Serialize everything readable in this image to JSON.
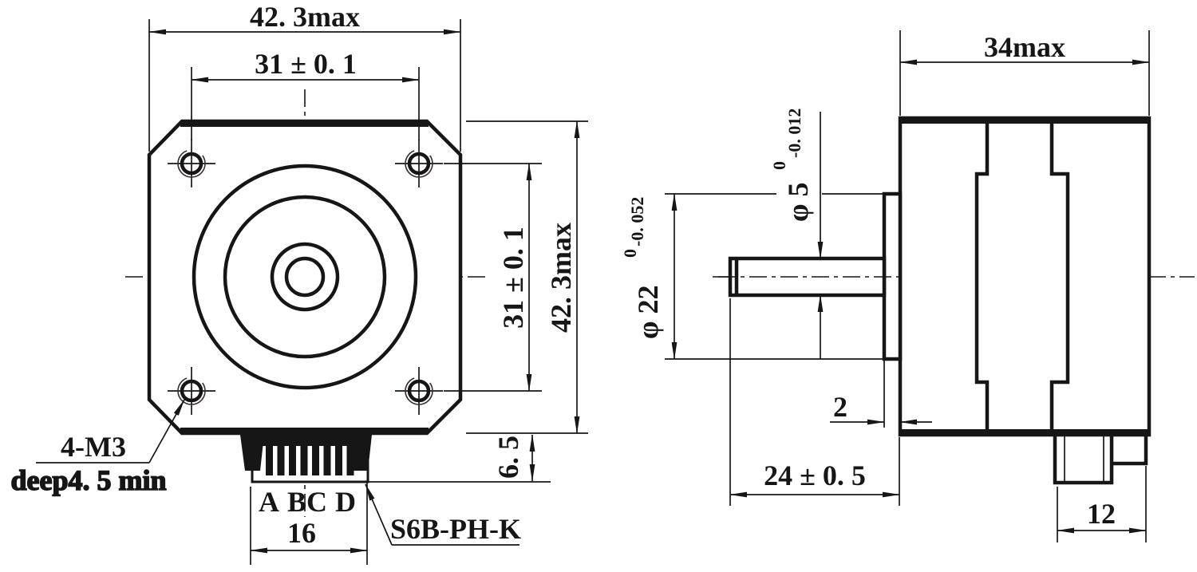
{
  "meta": {
    "drawing_type": "stepper-motor dimensional drawing",
    "ink_color": "#161616",
    "background_color": "#ffffff"
  },
  "front_view": {
    "dim_width_top": "42. 3max",
    "dim_hole_span_top": "31 ± 0. 1",
    "dim_hole_span_right": "31 ± 0. 1",
    "dim_height_right": "42. 3max",
    "dim_connector_drop": "6. 5",
    "hole_callout": "4-M3",
    "hole_callout_depth": "deep4. 5 min",
    "pin_labels": [
      "A",
      "BC",
      "D"
    ],
    "dim_connector_width": "16",
    "connector_callout": "S6B-PH-K"
  },
  "side_view": {
    "dim_depth_top": "34max",
    "shaft_dia": "φ 5",
    "shaft_tol_upper": "0",
    "shaft_tol_lower": "-0. 012",
    "boss_dia": "φ 22",
    "boss_tol_upper": "0",
    "boss_tol_lower": "-0. 052",
    "dim_boss_thickness": "2",
    "dim_shaft_length": "24 ± 0. 5",
    "dim_connector_depth": "12"
  }
}
